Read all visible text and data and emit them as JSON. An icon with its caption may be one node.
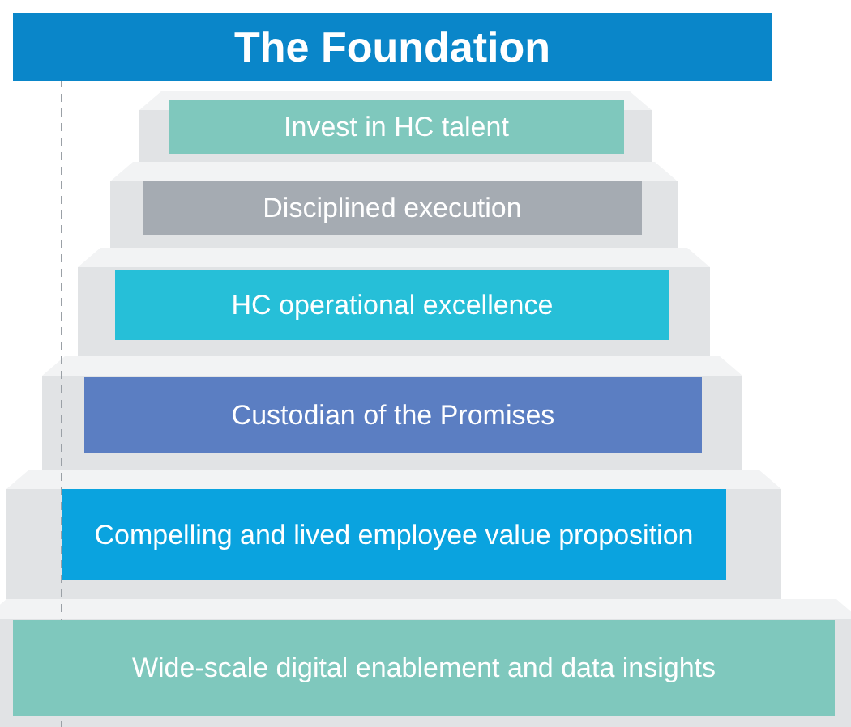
{
  "diagram": {
    "title": "The Foundation",
    "nodes": [
      {
        "text": [
          "Invest in HC talent"
        ]
      },
      {
        "text": [
          "Disciplined execution"
        ]
      },
      {
        "text": [
          "HC operational excellence"
        ]
      },
      {
        "text": [
          "Custodian of the Promises"
        ]
      },
      {
        "text": [
          "Compelling and lived employee value proposition"
        ]
      },
      {
        "text": [
          "Wide-scale digital enablement and data insights"
        ]
      }
    ]
  }
}
